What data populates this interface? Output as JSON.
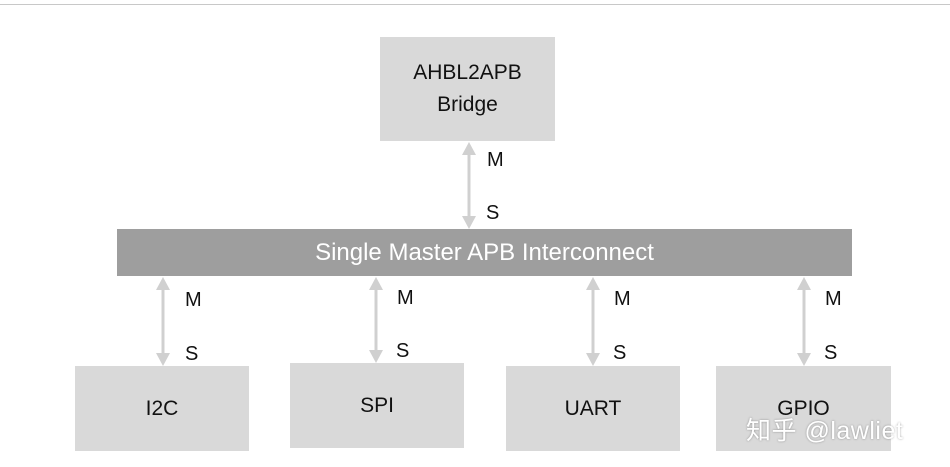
{
  "bridge": {
    "line1": "AHBL2APB",
    "line2": "Bridge"
  },
  "bus": {
    "label": "Single Master APB Interconnect"
  },
  "links": {
    "master_label": "M",
    "slave_label": "S"
  },
  "peripherals": [
    {
      "label": "I2C"
    },
    {
      "label": "SPI"
    },
    {
      "label": "UART"
    },
    {
      "label": "GPIO"
    }
  ],
  "watermark": "知乎 @lawliet",
  "colors": {
    "box": "#d9d9d9",
    "bus": "#9e9e9e",
    "arrow": "#d0d0d0"
  }
}
